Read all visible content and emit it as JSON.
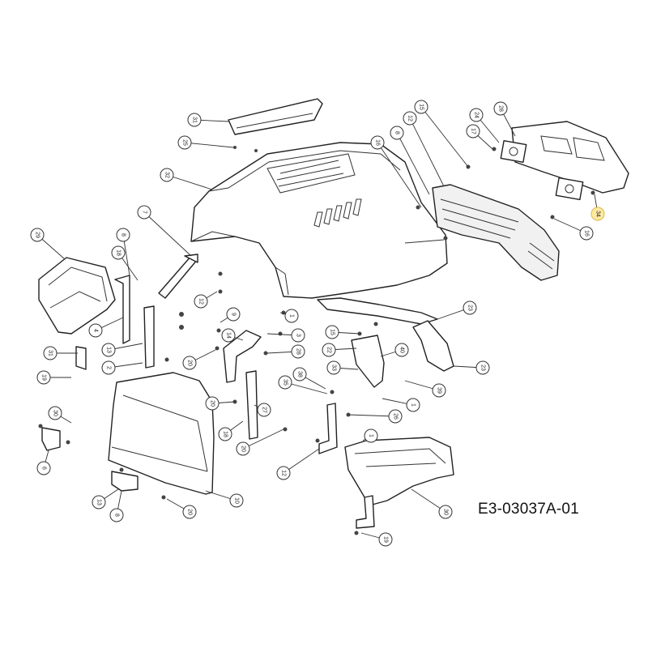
{
  "drawing_code": "E3-03037A-01",
  "callouts": [
    {
      "id": "c-top-cover",
      "label": "31"
    },
    {
      "id": "c-top-screw",
      "label": "25"
    },
    {
      "id": "c-hood",
      "label": "32"
    },
    {
      "id": "c-hood-bracket",
      "label": "7"
    },
    {
      "id": "c-left-panel",
      "label": "29"
    },
    {
      "id": "c-l-bolt1",
      "label": "8"
    },
    {
      "id": "c-l-bolt2",
      "label": "18"
    },
    {
      "id": "c-l-bracket",
      "label": "4"
    },
    {
      "id": "c-l-clip",
      "label": "31"
    },
    {
      "id": "c-l-screw",
      "label": "19"
    },
    {
      "id": "c-l-nut1",
      "label": "13"
    },
    {
      "id": "c-l-nut2",
      "label": "2"
    },
    {
      "id": "c-l-washer",
      "label": "30"
    },
    {
      "id": "c-l-hinge",
      "label": "6"
    },
    {
      "id": "c-front-grille",
      "label": "10"
    },
    {
      "id": "c-bottom-hinge",
      "label": "13"
    },
    {
      "id": "c-bottom-plate",
      "label": "8"
    },
    {
      "id": "c-bottom-nut",
      "label": "20"
    },
    {
      "id": "c-mid-nut1",
      "label": "12"
    },
    {
      "id": "c-mid-nut2",
      "label": "9"
    },
    {
      "id": "c-mid-nut3",
      "label": "20"
    },
    {
      "id": "c-mid-bolt",
      "label": "20"
    },
    {
      "id": "c-mid-rod",
      "label": "27"
    },
    {
      "id": "c-mid-spring",
      "label": "18"
    },
    {
      "id": "c-mid-washer",
      "label": "20"
    },
    {
      "id": "c-mid-screw",
      "label": "12"
    },
    {
      "id": "c-brk1",
      "label": "1"
    },
    {
      "id": "c-brk2",
      "label": "3"
    },
    {
      "id": "c-brk3",
      "label": "14"
    },
    {
      "id": "c-brk4",
      "label": "28"
    },
    {
      "id": "c-brk5",
      "label": "35"
    },
    {
      "id": "c-brk6",
      "label": "38"
    },
    {
      "id": "c-r-bolt",
      "label": "15"
    },
    {
      "id": "c-r-nut",
      "label": "22"
    },
    {
      "id": "c-r-plate",
      "label": "40"
    },
    {
      "id": "c-r-spring",
      "label": "33"
    },
    {
      "id": "c-r-pin",
      "label": "39"
    },
    {
      "id": "c-r-clip",
      "label": "1"
    },
    {
      "id": "c-r-washer",
      "label": "26"
    },
    {
      "id": "c-r-bar",
      "label": "23"
    },
    {
      "id": "c-r-handle",
      "label": "23"
    },
    {
      "id": "c-r-panel-bracket",
      "label": "1"
    },
    {
      "id": "c-right-panel",
      "label": "30"
    },
    {
      "id": "c-rp-screw",
      "label": "19"
    },
    {
      "id": "c-dash",
      "label": "16"
    },
    {
      "id": "c-dash2",
      "label": "8"
    },
    {
      "id": "c-dash3",
      "label": "12"
    },
    {
      "id": "c-dash4",
      "label": "15"
    },
    {
      "id": "c-hl1",
      "label": "24"
    },
    {
      "id": "c-hl2",
      "label": "28"
    },
    {
      "id": "c-hl3",
      "label": "17"
    },
    {
      "id": "c-bumper",
      "label": "34"
    },
    {
      "id": "c-bumper-screw",
      "label": "16"
    }
  ]
}
